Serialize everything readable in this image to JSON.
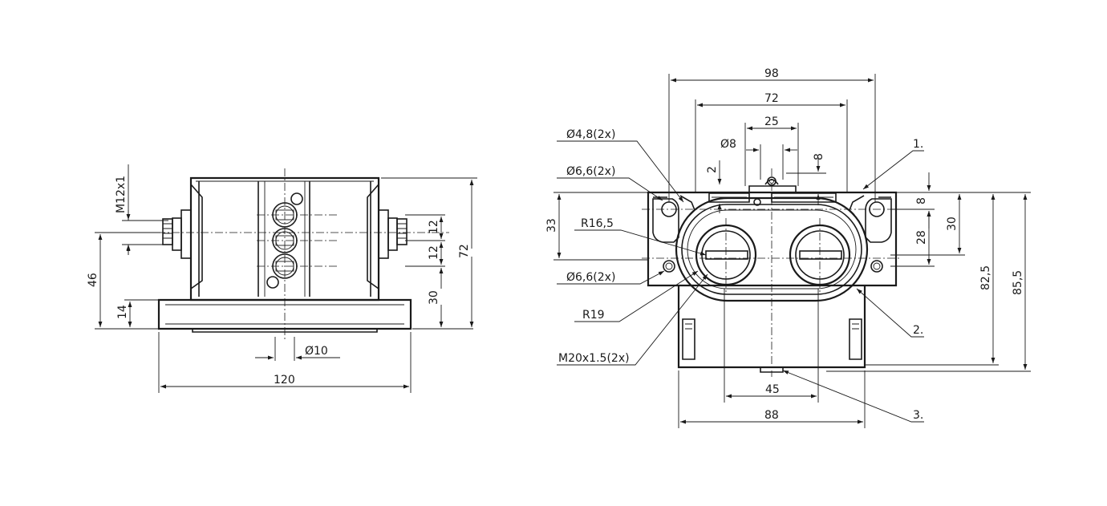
{
  "left_view": {
    "dims": {
      "d_m12": "M12x1",
      "d_46": "46",
      "d_14": "14",
      "d_12a": "12",
      "d_12b": "12",
      "d_30": "30",
      "d_72": "72",
      "d_dia10": "Ø10",
      "d_120": "120"
    }
  },
  "right_view": {
    "dims": {
      "d_98": "98",
      "d_72": "72",
      "d_25": "25",
      "d_dia8": "Ø8",
      "d_8top": "8",
      "d_2": "2",
      "d_33": "33",
      "d_8": "8",
      "d_30": "30",
      "d_28": "28",
      "d_82_5": "82,5",
      "d_85_5": "85,5",
      "d_45": "45",
      "d_88": "88"
    },
    "callouts": {
      "c_dia48": "Ø4,8(2x)",
      "c_dia66a": "Ø6,6(2x)",
      "c_r165": "R16,5",
      "c_dia66b": "Ø6,6(2x)",
      "c_r19": "R19",
      "c_m20": "M20x1.5(2x)",
      "c_1": "1.",
      "c_2": "2.",
      "c_3": "3."
    }
  },
  "colors": {
    "line": "#1a1a1a",
    "background": "#ffffff"
  }
}
